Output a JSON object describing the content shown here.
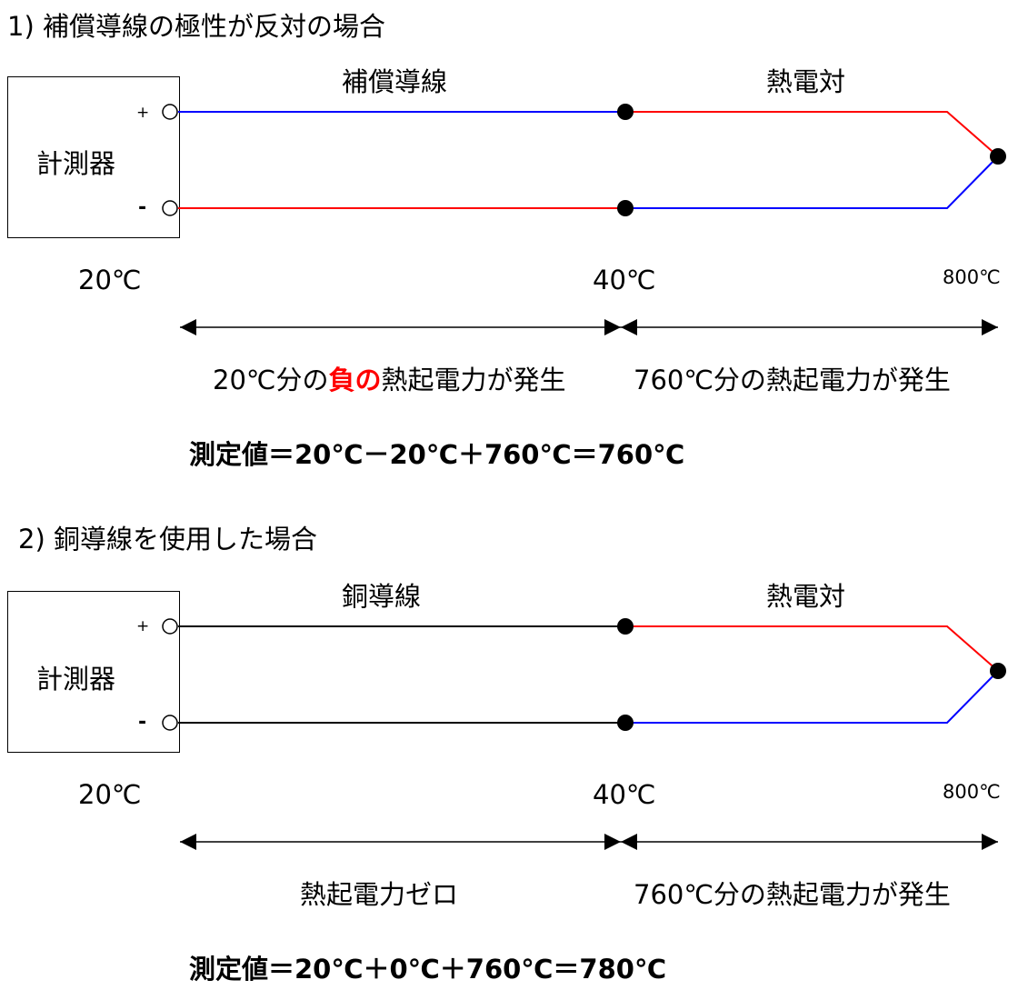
{
  "section1": {
    "title": "1)  補償導線の極性が反対の場合",
    "device_label": "計測器",
    "plus": "+",
    "minus": "-",
    "wire_label": "補償導線",
    "tc_label": "熱電対",
    "temp_left": "20℃",
    "temp_mid": "40℃",
    "temp_right": "800℃",
    "emf_left_pre": "20℃分の",
    "emf_left_neg": "負の",
    "emf_left_post": "熱起電力が発生",
    "emf_right": "760℃分の熱起電力が発生",
    "result": "測定値＝20℃－20℃＋760℃＝760℃"
  },
  "section2": {
    "title": "2) 銅導線を使用した場合",
    "device_label": "計測器",
    "plus": "+",
    "minus": "-",
    "wire_label": "銅導線",
    "tc_label": "熱電対",
    "temp_left": "20℃",
    "temp_mid": "40℃",
    "temp_right": "800℃",
    "emf_left": "熱起電力ゼロ",
    "emf_right": "760℃分の熱起電力が発生",
    "result": "測定値＝20℃＋0℃＋760℃＝780℃"
  },
  "colors": {
    "positive_leg": "#ff0000",
    "negative_leg": "#0000ff",
    "copper_wire": "#000000",
    "emphasis": "#ff0000"
  }
}
